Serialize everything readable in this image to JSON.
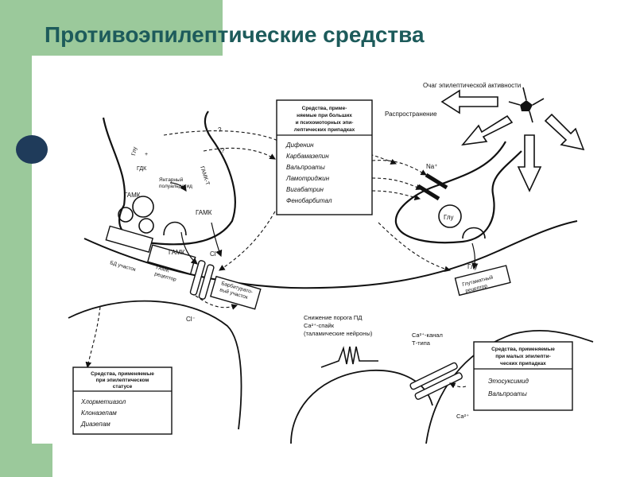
{
  "slide": {
    "title": "Противоэпилептические средства"
  },
  "diagram": {
    "focus_label": "Очаг эпилептической активности",
    "spread_label": "Распространение",
    "box_major": {
      "header": [
        "Средства, приме-",
        "няемые при больших",
        "и психомоторных эпи-",
        "лептических припадках"
      ],
      "items": [
        "Дифенин",
        "Карбамазепин",
        "Вальпроаты",
        "Ламотриджин",
        "Вигабатрин",
        "Фенобарбитал"
      ]
    },
    "box_status": {
      "header": [
        "Средства, применяемые",
        "при эпилептическом",
        "статусе"
      ],
      "items": [
        "Хлорметиазол",
        "Клоназепам",
        "Диазепам"
      ]
    },
    "box_minor": {
      "header": [
        "Средства, применяемые",
        "при малых эпилепти-",
        "ческих припадках"
      ],
      "items": [
        "Этосуксимид",
        "Вальпроаты"
      ]
    },
    "labels": {
      "glu_gdk_1": "Глу",
      "glu_gdk_2": "+",
      "glu_gdk_3": "ГДК",
      "gamk_left": "ГАМК",
      "gamk_right": "ГАМК",
      "gamk_bottom": "ГАМК",
      "gamk_t": "ГАМК-Т",
      "succinic_1": "Янтарный",
      "succinic_2": "полуальдегид",
      "question_1": "?",
      "question_2": "?",
      "bd_site": "БД участок",
      "gaba_receptor_1": "ГАМК",
      "gaba_receptor_2": "рецептор",
      "barb_site_1": "Барбитурато-",
      "barb_site_2": "вый участок",
      "cl_top": "Cl⁻",
      "cl_bottom": "Cl⁻",
      "na": "Na⁺",
      "glu_vesicle": "Глу",
      "glu_release": "Глу",
      "glut_receptor_1": "Глутаматный",
      "glut_receptor_2": "рецептор",
      "threshold_1": "Снижение порога ПД",
      "threshold_2": "Ca²⁺-спайк",
      "threshold_3": "(таламические нейроны)",
      "ca_channel_1": "Ca²⁺-канал",
      "ca_channel_2": "Т-типа",
      "ca_bottom": "Ca²⁺"
    }
  }
}
